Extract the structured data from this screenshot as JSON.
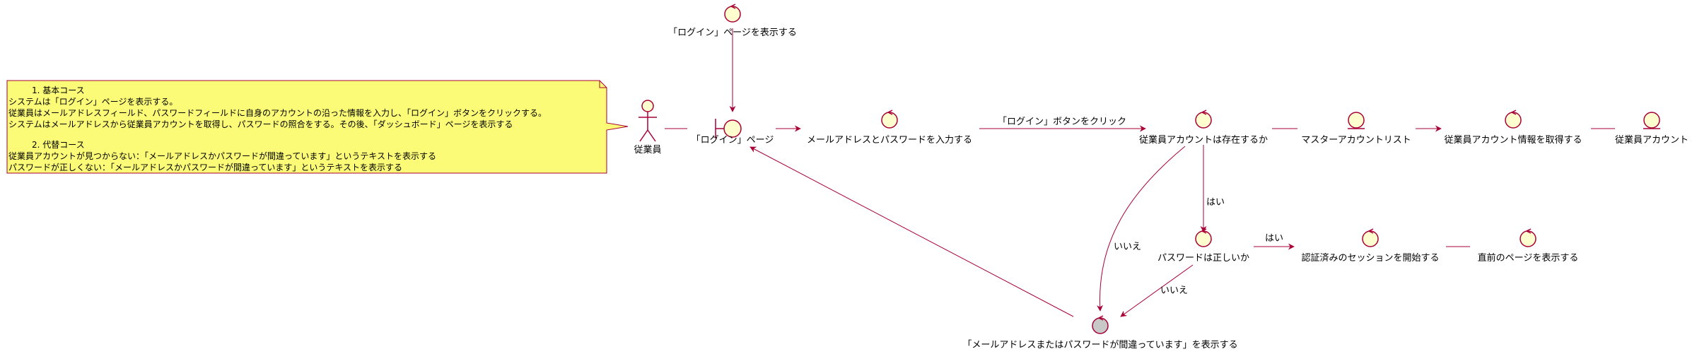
{
  "diagram": {
    "colors": {
      "line": "#A80036",
      "node_fill": "#FEFECE",
      "note_fill": "#FBFB77",
      "end_fill": "#C8C8C8"
    },
    "note": {
      "lines": [
        "1. 基本コース",
        "システムは「ログイン」ページを表示する。",
        "従業員はメールアドレスフィールド、パスワードフィールドに自身のアカウントの沿った情報を入力し、「ログイン」ボタンをクリックする。",
        "システムはメールアドレスから従業員アカウントを取得し、パスワードの照合をする。その後、「ダッシュボード」ページを表示する",
        "",
        "2. 代替コース",
        "従業員アカウントが見つからない：「メールアドレスかパスワードが間違っています」というテキストを表示する",
        "パスワードが正しくない：「メールアドレスかパスワードが間違っています」というテキストを表示する"
      ]
    },
    "actor": {
      "label": "従業員"
    },
    "nodes": {
      "show_login": "「ログイン」ページを表示する",
      "login_page": "「ログイン」ページ",
      "input_credentials": "メールアドレスとパスワードを入力する",
      "account_exists": "従業員アカウントは存在するか",
      "master_list": "マスターアカウントリスト",
      "get_account_info": "従業員アカウント情報を取得する",
      "employee_account": "従業員アカウント",
      "password_correct": "パスワードは正しいか",
      "start_session": "認証済みのセッションを開始する",
      "show_prev_page": "直前のページを表示する",
      "show_error": "「メールアドレスまたはパスワードが間違っています」を表示する"
    },
    "edges": {
      "click_login": "「ログイン」ボタンをクリック",
      "yes_account": "はい",
      "no_account": "いいえ",
      "yes_password": "はい",
      "no_password": "いいえ"
    }
  }
}
